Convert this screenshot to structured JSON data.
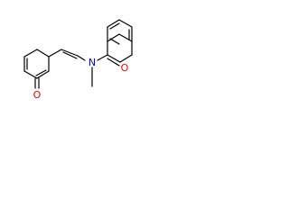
{
  "structure": {
    "atom_labels": {
      "carbonyl_oxygen_ring": "O",
      "carbonyl_oxygen_amide": "O",
      "amide_nitrogen": "N"
    },
    "colors": {
      "bond": "#000000",
      "oxygen": "#ff0000",
      "nitrogen": "#0000ff",
      "background": "#ffffff"
    }
  }
}
